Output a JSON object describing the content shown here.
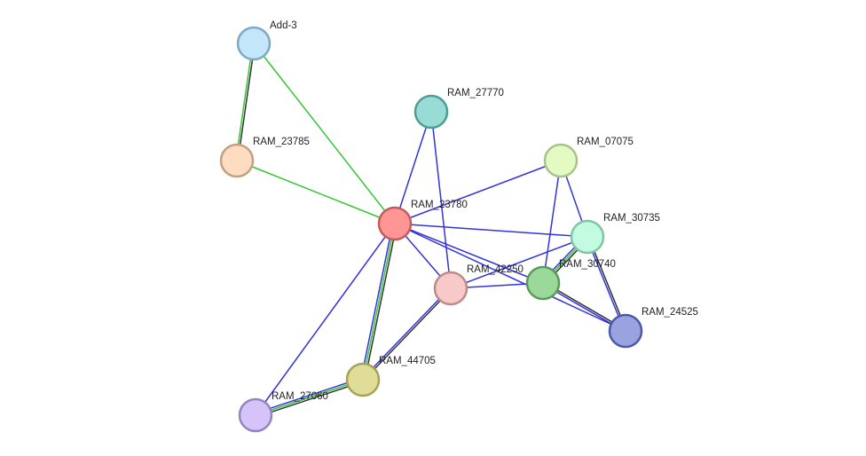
{
  "network": {
    "nodes": [
      {
        "id": "add3",
        "label": "Add-3",
        "fill": "#c3e6fa",
        "stroke": "#7ea9c6"
      },
      {
        "id": "ram23785",
        "label": "RAM_23785",
        "fill": "#fddcc0",
        "stroke": "#c4a082"
      },
      {
        "id": "ram27770",
        "label": "RAM_27770",
        "fill": "#97ddd5",
        "stroke": "#4f9c94"
      },
      {
        "id": "ram07075",
        "label": "RAM_07075",
        "fill": "#e3fbc2",
        "stroke": "#a8c48a"
      },
      {
        "id": "ram23780",
        "label": "RAM_23780",
        "fill": "#ff9595",
        "stroke": "#c25c5c"
      },
      {
        "id": "ram30735",
        "label": "RAM_30735",
        "fill": "#c3fbe1",
        "stroke": "#82c4a6"
      },
      {
        "id": "ram42250",
        "label": "RAM_42250",
        "fill": "#f8c9c9",
        "stroke": "#c08a8a"
      },
      {
        "id": "ram30740",
        "label": "RAM_30740",
        "fill": "#9ad99a",
        "stroke": "#5a9a5a"
      },
      {
        "id": "ram24525",
        "label": "RAM_24525",
        "fill": "#9aa3e0",
        "stroke": "#4a5aa8"
      },
      {
        "id": "ram44705",
        "label": "RAM_44705",
        "fill": "#e0dd98",
        "stroke": "#a6a25a"
      },
      {
        "id": "ram27060",
        "label": "RAM_27060",
        "fill": "#d6c3f9",
        "stroke": "#9683c0"
      }
    ],
    "edges": [
      {
        "source": "add3",
        "target": "ram23785",
        "colors": [
          "#333333",
          "#33c633"
        ]
      },
      {
        "source": "add3",
        "target": "ram23780",
        "colors": [
          "#33c633"
        ]
      },
      {
        "source": "ram23785",
        "target": "ram23780",
        "colors": [
          "#33c633"
        ]
      },
      {
        "source": "ram27770",
        "target": "ram23780",
        "colors": [
          "#3333dd"
        ]
      },
      {
        "source": "ram27770",
        "target": "ram42250",
        "colors": [
          "#3333dd"
        ]
      },
      {
        "source": "ram07075",
        "target": "ram23780",
        "colors": [
          "#3333dd"
        ]
      },
      {
        "source": "ram07075",
        "target": "ram30735",
        "colors": [
          "#3333dd"
        ]
      },
      {
        "source": "ram07075",
        "target": "ram30740",
        "colors": [
          "#3333dd"
        ]
      },
      {
        "source": "ram23780",
        "target": "ram30735",
        "colors": [
          "#3333dd"
        ]
      },
      {
        "source": "ram23780",
        "target": "ram30740",
        "colors": [
          "#3333dd"
        ]
      },
      {
        "source": "ram23780",
        "target": "ram24525",
        "colors": [
          "#3333dd"
        ]
      },
      {
        "source": "ram23780",
        "target": "ram42250",
        "colors": [
          "#3333dd"
        ]
      },
      {
        "source": "ram23780",
        "target": "ram44705",
        "colors": [
          "#333333",
          "#33c633",
          "#3333dd"
        ]
      },
      {
        "source": "ram23780",
        "target": "ram27060",
        "colors": [
          "#3333dd"
        ]
      },
      {
        "source": "ram42250",
        "target": "ram30735",
        "colors": [
          "#3333dd"
        ]
      },
      {
        "source": "ram42250",
        "target": "ram30740",
        "colors": [
          "#3333dd"
        ]
      },
      {
        "source": "ram42250",
        "target": "ram44705",
        "colors": [
          "#333333",
          "#3333dd"
        ]
      },
      {
        "source": "ram30735",
        "target": "ram30740",
        "colors": [
          "#333333",
          "#33c633",
          "#3333dd"
        ]
      },
      {
        "source": "ram30735",
        "target": "ram24525",
        "colors": [
          "#333333",
          "#3333dd"
        ]
      },
      {
        "source": "ram30740",
        "target": "ram24525",
        "colors": [
          "#333333",
          "#3333dd"
        ]
      },
      {
        "source": "ram44705",
        "target": "ram27060",
        "colors": [
          "#333333",
          "#33c633",
          "#3333dd"
        ]
      }
    ]
  }
}
